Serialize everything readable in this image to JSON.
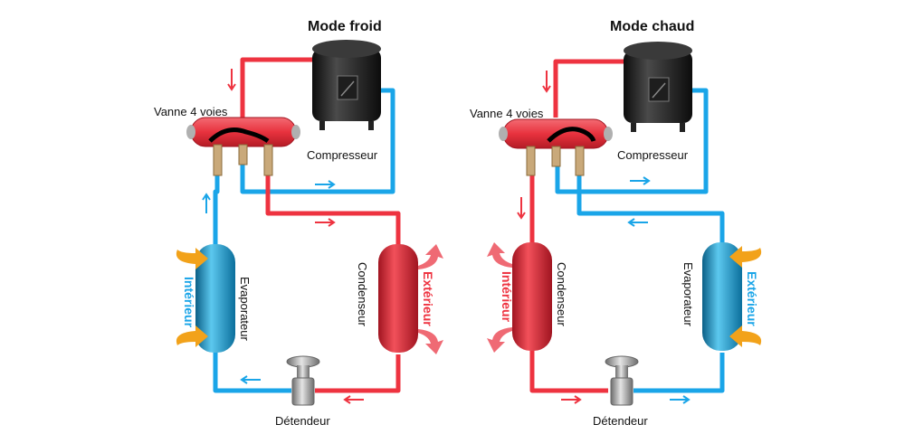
{
  "colors": {
    "hot": "#ee3340",
    "cold": "#1aa5e8",
    "arrow": "#f2a21a",
    "exterior_arrow": "#ef6a74"
  },
  "cooling": {
    "title": "Mode froid",
    "valve": "Vanne 4 voies",
    "compressor": "Compresseur",
    "evaporator": "Evaporateur",
    "condenser": "Condenseur",
    "expansion_valve": "Détendeur",
    "interior": "Intérieur",
    "exterior": "Extérieur"
  },
  "heating": {
    "title": "Mode chaud",
    "valve": "Vanne 4 voies",
    "compressor": "Compresseur",
    "condenser": "Condenseur",
    "evaporator": "Evaporateur",
    "expansion_valve": "Détendeur",
    "interior": "Intérieur",
    "exterior": "Extérieur"
  },
  "icons": {
    "compressor": "compressor-icon",
    "valve": "four-way-valve-icon",
    "expansion": "expansion-valve-icon",
    "exchanger": "heat-exchanger-icon",
    "flow": "flow-arrow-icon",
    "air": "air-flow-arrow-icon"
  }
}
